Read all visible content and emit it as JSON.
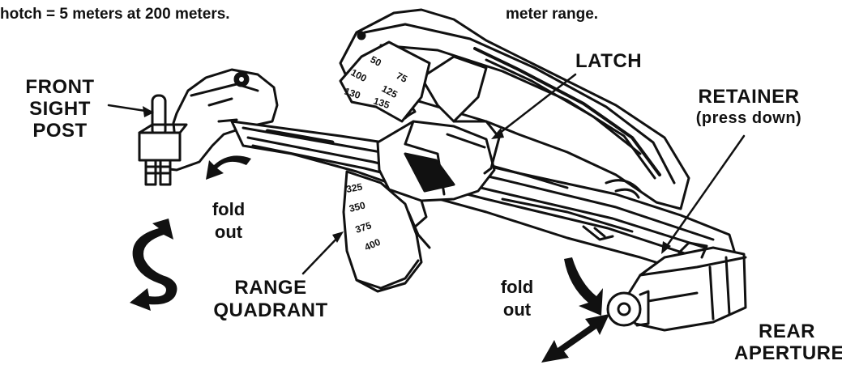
{
  "captions": {
    "top_left": "hotch = 5 meters at 200 meters.",
    "top_right": "meter range."
  },
  "labels": {
    "front_sight_post": [
      "FRONT",
      "SIGHT",
      "POST"
    ],
    "latch": "LATCH",
    "retainer": "RETAINER",
    "retainer_note": "(press down)",
    "fold_out_left": [
      "fold",
      "out"
    ],
    "fold_out_right": [
      "fold",
      "out"
    ],
    "range_quadrant": [
      "RANGE",
      "QUADRANT"
    ],
    "rear_aperture": [
      "REAR",
      "APERTURE"
    ]
  },
  "range_marks_upper": [
    "50",
    "75",
    "100",
    "125",
    "130",
    "135"
  ],
  "range_marks_lower": [
    "325",
    "350",
    "375",
    "400"
  ],
  "ink_color": "#111111",
  "paper_color": "#ffffff"
}
